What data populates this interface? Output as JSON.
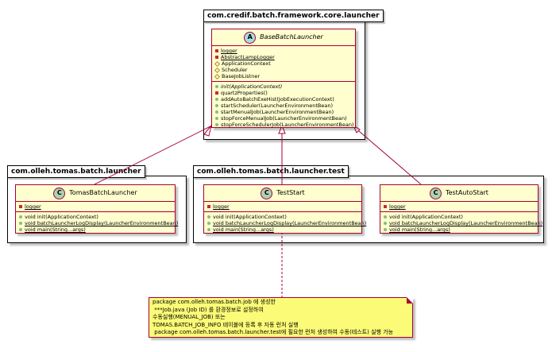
{
  "packages": {
    "core": "com.credif.batch.framework.core.launcher",
    "tomas": "com.olleh.tomas.batch.launcher",
    "test": "com.olleh.tomas.batch.launcher.test"
  },
  "classes": {
    "base": {
      "icon": "A",
      "name": "BaseBatchLauncher",
      "fields": [
        {
          "vis": "private",
          "text": "logger",
          "static": true
        },
        {
          "vis": "private",
          "text": "AbstractLampLogger",
          "static": true
        },
        {
          "vis": "protected",
          "text": "ApplicationContext"
        },
        {
          "vis": "protected",
          "text": "Scheduler"
        },
        {
          "vis": "protected",
          "text": "BaseJobListner"
        }
      ],
      "methods": [
        {
          "vis": "public",
          "text": "init(ApplicationContext)",
          "abstract": true
        },
        {
          "vis": "private",
          "text": "quartzProperties()"
        },
        {
          "vis": "public",
          "text": "addAutoBatchExeHist(JobExecutionContext)"
        },
        {
          "vis": "public",
          "text": "startScheduler(LauncherEnvironmentBean)"
        },
        {
          "vis": "public",
          "text": "startMenualJob(LauncherEnvironmentBean)"
        },
        {
          "vis": "public",
          "text": "stopForceMenualJob(LauncherEnvironmentBean)"
        },
        {
          "vis": "public",
          "text": "stopForceSchedulerJob(LauncherEnvironmentBean)"
        }
      ]
    },
    "tomas": {
      "icon": "C",
      "name": "TomasBatchLauncher",
      "fields": [
        {
          "vis": "private",
          "text": "logger",
          "static": true
        }
      ],
      "methods": [
        {
          "vis": "public",
          "text": "void init(ApplicationContext)"
        },
        {
          "vis": "public",
          "text": "void batchLauncherLogDisplay(LauncherEnvironmentBean)",
          "static": true
        },
        {
          "vis": "public",
          "text": "void main(String...args)",
          "static": true
        }
      ]
    },
    "teststart": {
      "icon": "C",
      "name": "TestStart",
      "fields": [
        {
          "vis": "private",
          "text": "logger",
          "static": true
        }
      ],
      "methods": [
        {
          "vis": "public",
          "text": "void init(ApplicationContext)"
        },
        {
          "vis": "public",
          "text": "void batchLauncherLogDisplay(LauncherEnvironmentBean)",
          "static": true
        },
        {
          "vis": "public",
          "text": "void main(String...args)",
          "static": true
        }
      ]
    },
    "testauto": {
      "icon": "C",
      "name": "TestAutoStart",
      "fields": [
        {
          "vis": "private",
          "text": "logger",
          "static": true
        }
      ],
      "methods": [
        {
          "vis": "public",
          "text": "void init(ApplicationContext)"
        },
        {
          "vis": "public",
          "text": "void batchLauncherLogDisplay(LauncherEnvironmentBean)",
          "static": true
        },
        {
          "vis": "public",
          "text": "void main(String...args)",
          "static": true
        }
      ]
    }
  },
  "note": {
    "lines": [
      "package com.olleh.tomas.batch.job 에 생성한",
      " ***Job.java (Job ID) 를 환경정보로 설정하여",
      "수동실행(MENUAL_JOB) 또는",
      "TOMAS.BATCH_JOB_INFO 테이블에 등록 후 자동 런처 실행",
      " package com.olleh.tomas.batch.launcher.test에 필요한 런처 생성하여 수동(테스트) 실행 가능"
    ]
  },
  "colors": {
    "class_fill": "#FEFECE",
    "border": "#A80036",
    "note_fill": "#FBFB77",
    "abstract_icon": "#A9DCDF",
    "class_icon": "#ADD1B2"
  }
}
